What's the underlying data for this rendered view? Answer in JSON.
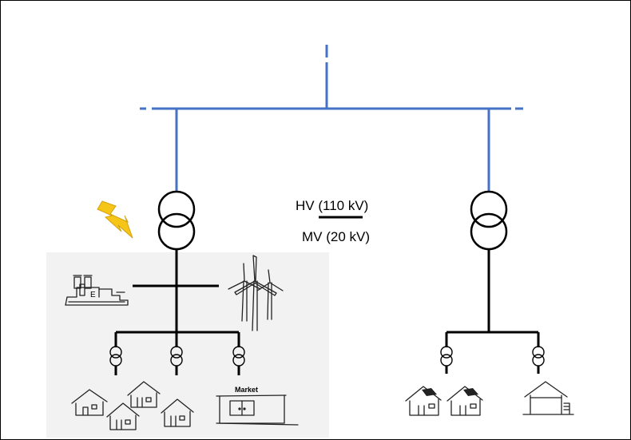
{
  "labels": {
    "hv": "HV (110 kV)",
    "mv": "MV (20 kV)",
    "market": "Market",
    "building_letter": "E"
  },
  "colors": {
    "hv_line": "#4472c4",
    "mv_line": "#000000",
    "district_background": "#f2f2f2",
    "lightning": "#f5c518"
  },
  "icons": {
    "fault": "lightning-bolt-icon",
    "power_plant": "power-plant-icon",
    "wind": "wind-turbine-icon",
    "house": "house-icon",
    "solar_house": "solar-house-icon",
    "barn": "barn-icon",
    "market": "market-building-icon",
    "transformer": "transformer-icon"
  }
}
